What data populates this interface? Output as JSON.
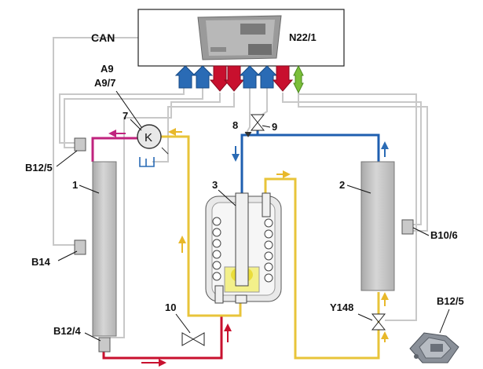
{
  "labels": {
    "can": "CAN",
    "ecu": "N22/1",
    "a9": "A9",
    "a97": "A9/7",
    "compressor_symbol": "K",
    "n1": "1",
    "n2": "2",
    "n3": "3",
    "n7": "7",
    "n8": "8",
    "n9": "9",
    "n10": "10",
    "b12_5_left": "B12/5",
    "b14": "B14",
    "b12_4": "B12/4",
    "b10_6": "B10/6",
    "y148": "Y148",
    "b12_5_right": "B12/5"
  },
  "colors": {
    "high_pressure_line": "#c8102e",
    "low_pressure_line": "#1f5fb0",
    "hot_gas_line": "#c0237e",
    "liquid_line": "#e8c43a",
    "electrical_line": "#c8c8c8",
    "component_fill": "#c9c9c9",
    "arrow_blue": "#2a6bb5",
    "arrow_red": "#c8102e",
    "arrow_green": "#7bbf3a"
  },
  "icons": [
    "ecu-module-icon",
    "compressor-icon",
    "expansion-valve-icon",
    "shutoff-valve-icon",
    "sensor-icon",
    "pressure-sensor-photo-icon"
  ]
}
